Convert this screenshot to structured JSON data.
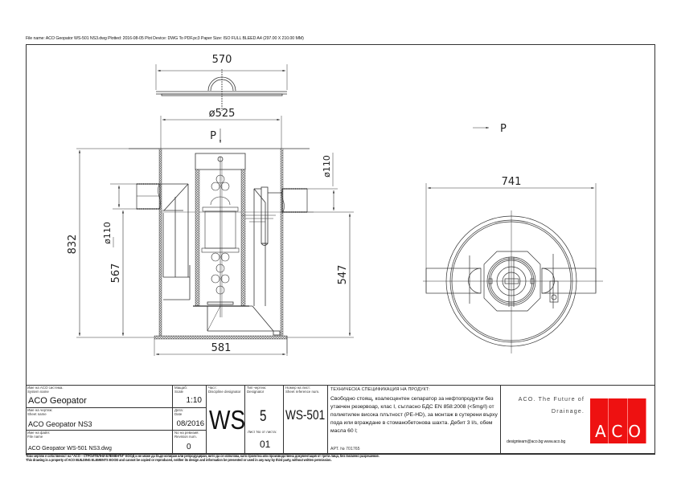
{
  "plot_header": "File name: ACO Geopator WS-501 NS3.dwg   Plotted: 2016-08-05   Plot Device: DWG To PDF.pc3   Paper Size: ISO  FULL BLEED A4 (297.00 X 210.00 MM)",
  "drawing": {
    "side_view": {
      "lid_width": "570",
      "inner_diameter": "ø525",
      "flow_label": "P",
      "total_height": "832",
      "inlet_diameter": "ø110",
      "inlet_height": "567",
      "outlet_diameter": "ø110",
      "outlet_height": "547",
      "base_width": "581"
    },
    "top_view": {
      "flow_label": "P",
      "overall_length": "741"
    },
    "line_color": "#333333"
  },
  "title_block": {
    "system_name": {
      "label_bg": "Име на ACO система:",
      "label_en": "System name",
      "value": "ACO Geopator"
    },
    "sheet_name": {
      "label_bg": "Име на чертеж:",
      "label_en": "Sheet name",
      "value": "ACO Geopator NS3"
    },
    "file_name": {
      "label_bg": "Име на файл:",
      "label_en": "File name",
      "value": "ACO Geopator WS-501 NS3.dwg"
    },
    "scale": {
      "label_bg": "Мащаб:",
      "label_en": "Scale",
      "value": "1:10"
    },
    "date": {
      "label_bg": "Дата:",
      "label_en": "Date",
      "value": "08/2016"
    },
    "revision": {
      "label_bg": "No на ревизия:",
      "label_en": "Revision num.",
      "value": "0"
    },
    "discipline": {
      "label_bg": "Част:",
      "label_en": "Discipline designator",
      "value": "WS"
    },
    "designator": {
      "label_bg": "Тип чертеж:",
      "label_en": "Designator",
      "value": "5"
    },
    "sheet_no": {
      "label_bg": "Лист No от листа:",
      "value": "01"
    },
    "sheet_reference": {
      "label_bg": "Номер на лист:",
      "label_en": "Sheet reference num.",
      "value": "WS-501"
    },
    "spec": {
      "heading": "ТЕХНИЧЕСКА СПЕЦИФИКАЦИЯ НА ПРОДУКТ:",
      "body": "Свободно стоящ, коалесцентен сепаратор за нефтопродукти без утаечен резервоар, клас I, съгласно БДС EN 858:2008 (<5mg/l) от полиетилен висока плътност (PE-HD), за монтаж в сутерени върху пода или вграждане в стоманобетонова шахта. Дебит 3 l/s, обем масла 60 l;",
      "article": "АРТ. № 701765"
    },
    "brand": {
      "slogan_line1": "ACO. The Future of",
      "slogan_line2": "Drainage.",
      "contacts": "designteam@aco.bg  www.aco.bg",
      "logo_text": "ACO",
      "logo_color": "#ee1111"
    }
  },
  "footer": {
    "line_bg": "Този чертеж е собственост на \"ACO – СТРОИТЕЛНИ ЕЛЕМЕНТИ\" ЕООД и не може да бъде копиран или репродуциран, нито да се използва, като проектна или производствена документация от трети лица, без писмено разрешение.",
    "line_en": "This drawing is a property of ACO BUILDING ELEMENTS EOOD and cannot be copied or reproduced, neither its design and information be presented or used in any way by third party, without written permission."
  }
}
